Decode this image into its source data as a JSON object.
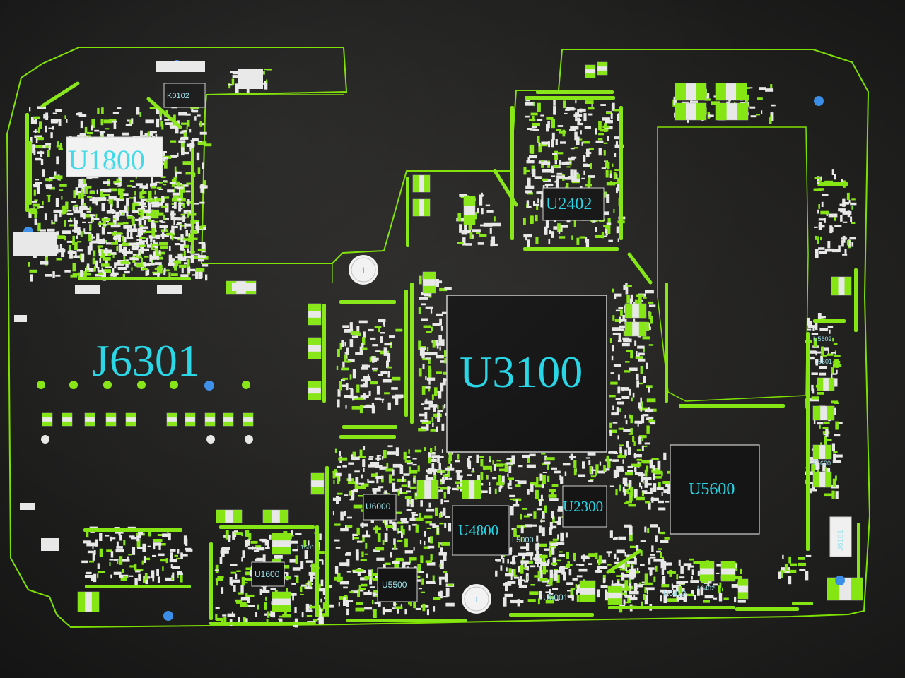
{
  "board": {
    "outline_color": "#7ee000",
    "pad_green": "#86e614",
    "pad_white": "#e8e8e8",
    "label_color": "#27d6e6",
    "marker_blue": "#3a8ee8",
    "fiducial_label": "1"
  },
  "labels": {
    "j6301": "J6301",
    "u3100": "U3100",
    "u1800": "U1800",
    "u1800_sub": "GND",
    "k0102": "K0102",
    "u2402": "U2402",
    "u5600": "U5600",
    "u2300": "U2300",
    "u4800": "U4800",
    "u6000": "U6000",
    "u5500": "U5500",
    "u1600": "U1600",
    "l5000": "L5000",
    "u6001": "U6001",
    "u6413": "U6413",
    "j6101": "J6101",
    "u5602": "U5602",
    "l5601": "L5601",
    "l5600": "L5600",
    "l1601": "L1601",
    "l6402": "L6402"
  }
}
